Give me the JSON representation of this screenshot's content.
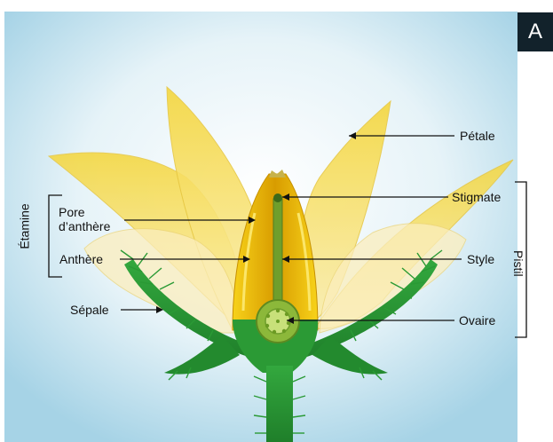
{
  "panel": {
    "letter": "A",
    "background_top": "#ffffff",
    "background_bottom": "#9fcfe3"
  },
  "labels": {
    "petale": "Pétale",
    "stigmate": "Stigmate",
    "style": "Style",
    "ovaire": "Ovaire",
    "pistil": "Pistil",
    "etamine": "Étamine",
    "pore_line1": "Pore",
    "pore_line2": "d’anthère",
    "anthere": "Anthère",
    "sepale": "Sépale"
  },
  "colors": {
    "petal": "#f6e27a",
    "petal_edge": "#e9c93a",
    "stamen": "#f4c20d",
    "stamen_dark": "#d59f00",
    "sepal": "#2a9a35",
    "sepal_dark": "#1d7f28",
    "ovary": "#7fae35",
    "pointer": "#111111"
  }
}
